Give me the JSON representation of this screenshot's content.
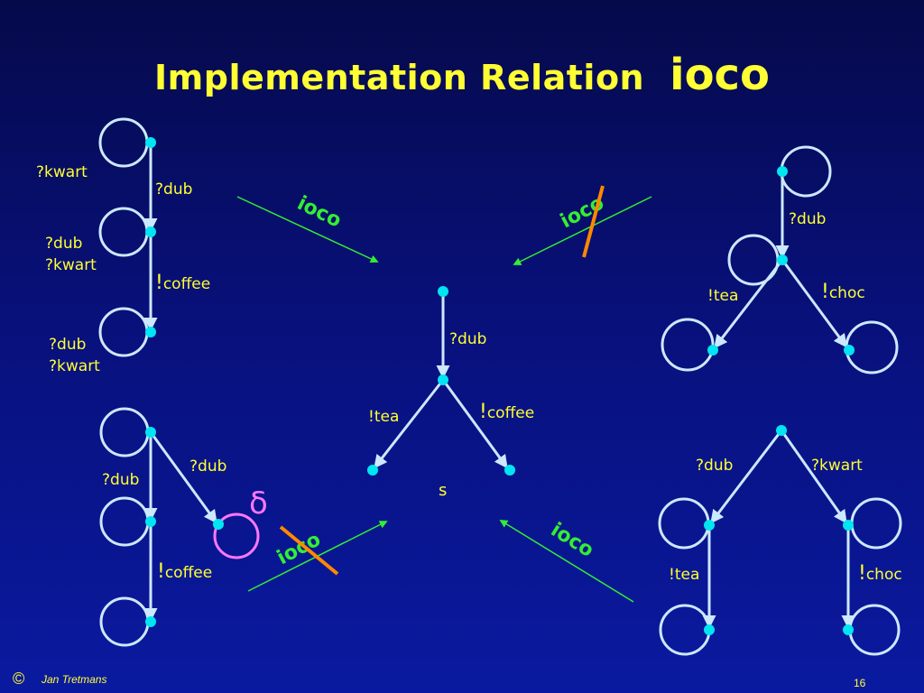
{
  "title": {
    "main": "Implementation Relation",
    "relation": "ioco"
  },
  "footer": {
    "copyright": "©",
    "author": "Jan Tretmans",
    "page": "16"
  },
  "labels": {
    "kwart": "?kwart",
    "dub": "?dub",
    "coffee_bang": "!",
    "coffee": "coffee",
    "tea": "!tea",
    "choc_bang": "!",
    "choc": "choc",
    "s": "s",
    "delta": "δ",
    "ioco": "ioco"
  },
  "colors": {
    "text": "#ffff33",
    "edge": "#cce8ff",
    "state": "#00e5f2",
    "arrow": "#33ee33",
    "ioco": "#33ee33",
    "strike": "#ff8800",
    "delta": "#ff77ff"
  }
}
